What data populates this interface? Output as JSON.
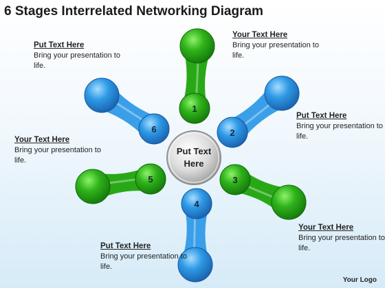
{
  "title": "6 Stages Interrelated Networking Diagram",
  "center": {
    "line1": "Put Text",
    "line2": "Here"
  },
  "colors": {
    "green": "#2fb31a",
    "blue": "#2e9ae6",
    "center": "#bdbdbd"
  },
  "stages": [
    {
      "number": "1",
      "color": "green"
    },
    {
      "number": "2",
      "color": "blue"
    },
    {
      "number": "3",
      "color": "green"
    },
    {
      "number": "4",
      "color": "blue"
    },
    {
      "number": "5",
      "color": "green"
    },
    {
      "number": "6",
      "color": "blue"
    }
  ],
  "callouts": {
    "top_left": {
      "heading": "Put Text Here",
      "body": "Bring your presentation to life."
    },
    "top_right": {
      "heading": "Your Text Here",
      "body": "Bring your presentation to life."
    },
    "right": {
      "heading": "Put Text Here",
      "body": "Bring your presentation to life."
    },
    "left": {
      "heading": "Your Text Here",
      "body": "Bring your presentation to life."
    },
    "bottom_right": {
      "heading": "Your Text Here",
      "body": "Bring your presentation to life."
    },
    "bottom_left": {
      "heading": "Put Text Here",
      "body": "Bring your presentation to life."
    }
  },
  "logo": "Your Logo"
}
